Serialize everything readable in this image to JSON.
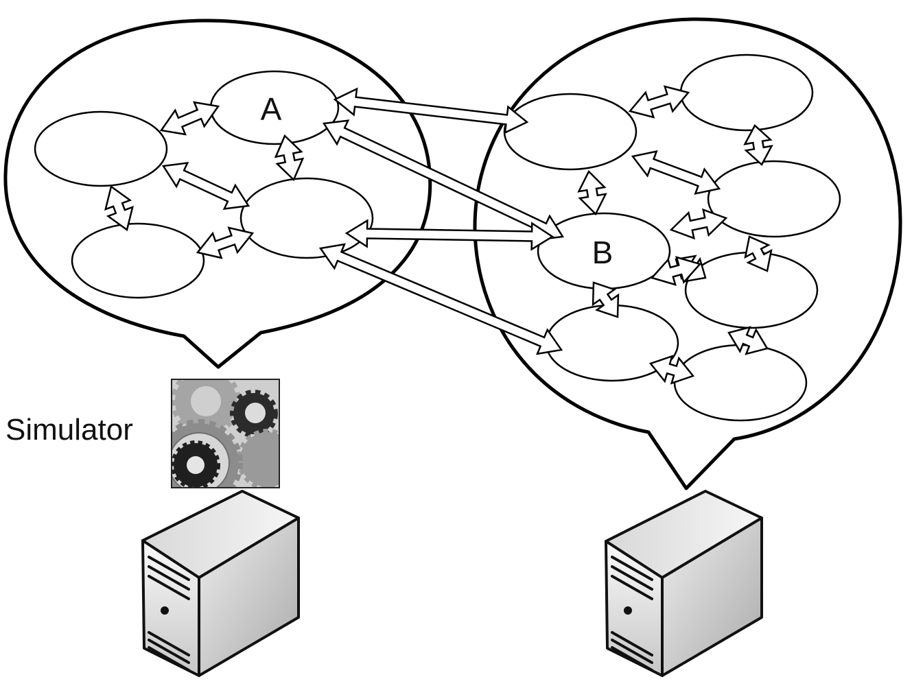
{
  "nodes": {
    "a_label": "A",
    "b_label": "B"
  },
  "simulator": {
    "label": "Simulator",
    "icon": "gears-icon"
  },
  "machines": {
    "left": "server-tower-icon",
    "right": "server-tower-icon"
  }
}
